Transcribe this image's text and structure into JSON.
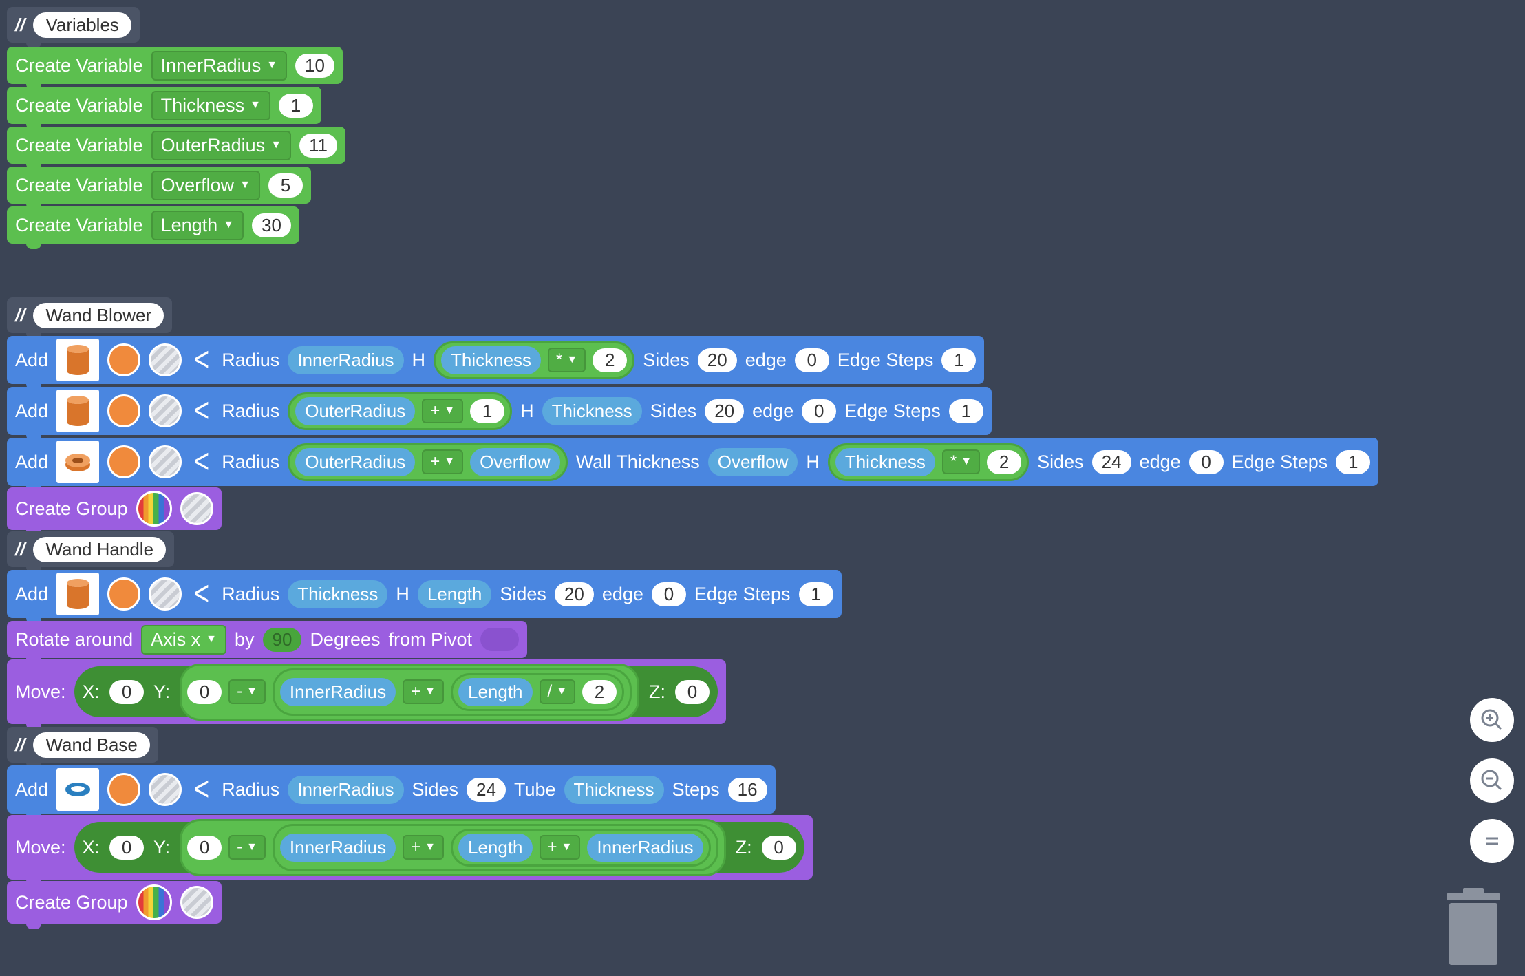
{
  "comments": {
    "variables": "Variables",
    "wand_blower": "Wand Blower",
    "wand_handle": "Wand Handle",
    "wand_base": "Wand Base",
    "mark": "//"
  },
  "labels": {
    "create_variable": "Create Variable",
    "add": "Add",
    "radius": "Radius",
    "h": "H",
    "sides": "Sides",
    "edge": "edge",
    "edge_steps": "Edge Steps",
    "wall_thickness": "Wall Thickness",
    "create_group": "Create Group",
    "rotate_around": "Rotate around",
    "by": "by",
    "degrees": "Degrees",
    "from_pivot": "from Pivot",
    "move": "Move:",
    "x": "X:",
    "y": "Y:",
    "z": "Z:",
    "tube": "Tube",
    "steps": "Steps"
  },
  "variables": [
    {
      "name": "InnerRadius",
      "value": "10"
    },
    {
      "name": "Thickness",
      "value": "1"
    },
    {
      "name": "OuterRadius",
      "value": "11"
    },
    {
      "name": "Overflow",
      "value": "5"
    },
    {
      "name": "Length",
      "value": "30"
    }
  ],
  "ops": {
    "mul": "*",
    "add": "+",
    "sub": "-",
    "div": "/"
  },
  "blower": {
    "row1": {
      "radius": "InnerRadius",
      "h_var": "Thickness",
      "h_num": "2",
      "sides": "20",
      "edge": "0",
      "edge_steps": "1"
    },
    "row2": {
      "radius_var": "OuterRadius",
      "radius_num": "1",
      "h": "Thickness",
      "sides": "20",
      "edge": "0",
      "edge_steps": "1"
    },
    "row3": {
      "radius_var": "OuterRadius",
      "radius_var2": "Overflow",
      "wall": "Overflow",
      "h_var": "Thickness",
      "h_num": "2",
      "sides": "24",
      "edge": "0",
      "edge_steps": "1"
    }
  },
  "handle": {
    "radius": "Thickness",
    "h": "Length",
    "sides": "20",
    "edge": "0",
    "edge_steps": "1",
    "axis": "Axis x",
    "degrees": "90",
    "move": {
      "x": "0",
      "y_num": "0",
      "y_var1": "InnerRadius",
      "y_var2": "Length",
      "y_div": "2",
      "z": "0"
    }
  },
  "base": {
    "radius": "InnerRadius",
    "sides": "24",
    "tube": "Thickness",
    "steps": "16",
    "move": {
      "x": "0",
      "y_num": "0",
      "y_var1": "InnerRadius",
      "y_var2": "Length",
      "y_var3": "InnerRadius",
      "z": "0"
    }
  },
  "colors": {
    "green": "#5cbf4f",
    "blue": "#4a86e0",
    "purple": "#9b5ee0",
    "background": "#3b4455",
    "orange": "#f08a3c"
  }
}
